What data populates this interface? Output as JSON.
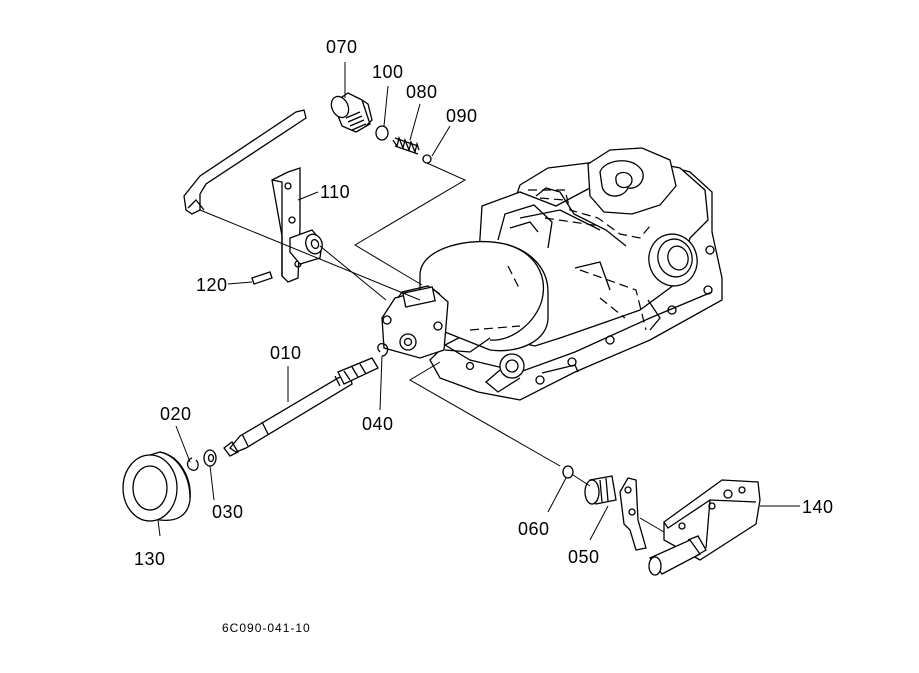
{
  "diagram": {
    "part_labels": {
      "p070": "070",
      "p100": "100",
      "p080": "080",
      "p090": "090",
      "p110": "110",
      "p120": "120",
      "p010": "010",
      "p020": "020",
      "p030": "030",
      "p040": "040",
      "p130": "130",
      "p060": "060",
      "p050": "050",
      "p140": "140"
    },
    "drawing_code": "6C090-041-10"
  }
}
